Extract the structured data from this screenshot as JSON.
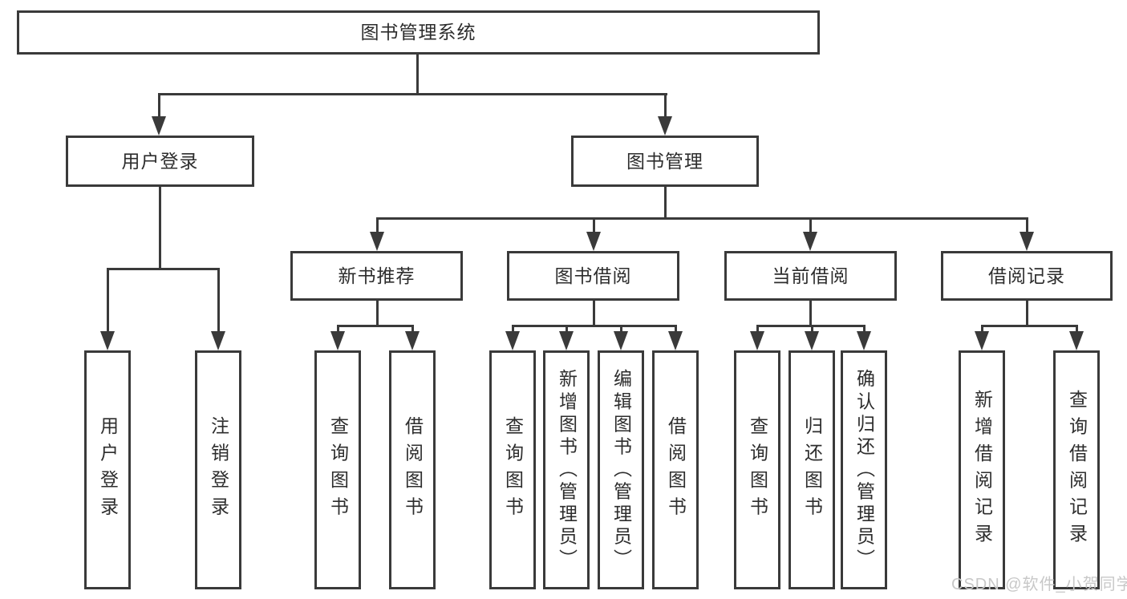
{
  "diagram_type": "hierarchy-tree",
  "tree": {
    "label": "图书管理系统",
    "children": [
      {
        "label": "用户登录",
        "children": [
          {
            "label": "用户登录"
          },
          {
            "label": "注销登录"
          }
        ]
      },
      {
        "label": "图书管理",
        "children": [
          {
            "label": "新书推荐",
            "children": [
              {
                "label": "查询图书"
              },
              {
                "label": "借阅图书"
              }
            ]
          },
          {
            "label": "图书借阅",
            "children": [
              {
                "label": "查询图书"
              },
              {
                "label": "新增图书（管理员）"
              },
              {
                "label": "编辑图书（管理员）"
              },
              {
                "label": "借阅图书"
              }
            ]
          },
          {
            "label": "当前借阅",
            "children": [
              {
                "label": "查询图书"
              },
              {
                "label": "归还图书"
              },
              {
                "label": "确认归还（管理员）"
              }
            ]
          },
          {
            "label": "借阅记录",
            "children": [
              {
                "label": "新增借阅记录"
              },
              {
                "label": "查询借阅记录"
              }
            ]
          }
        ]
      }
    ]
  },
  "watermark": {
    "text": "CSDN @软件_小贺同学"
  },
  "colors": {
    "line": "#3a3a3a",
    "text": "#2d2d2d",
    "background": "#ffffff",
    "watermark": "#c8c8c8"
  }
}
